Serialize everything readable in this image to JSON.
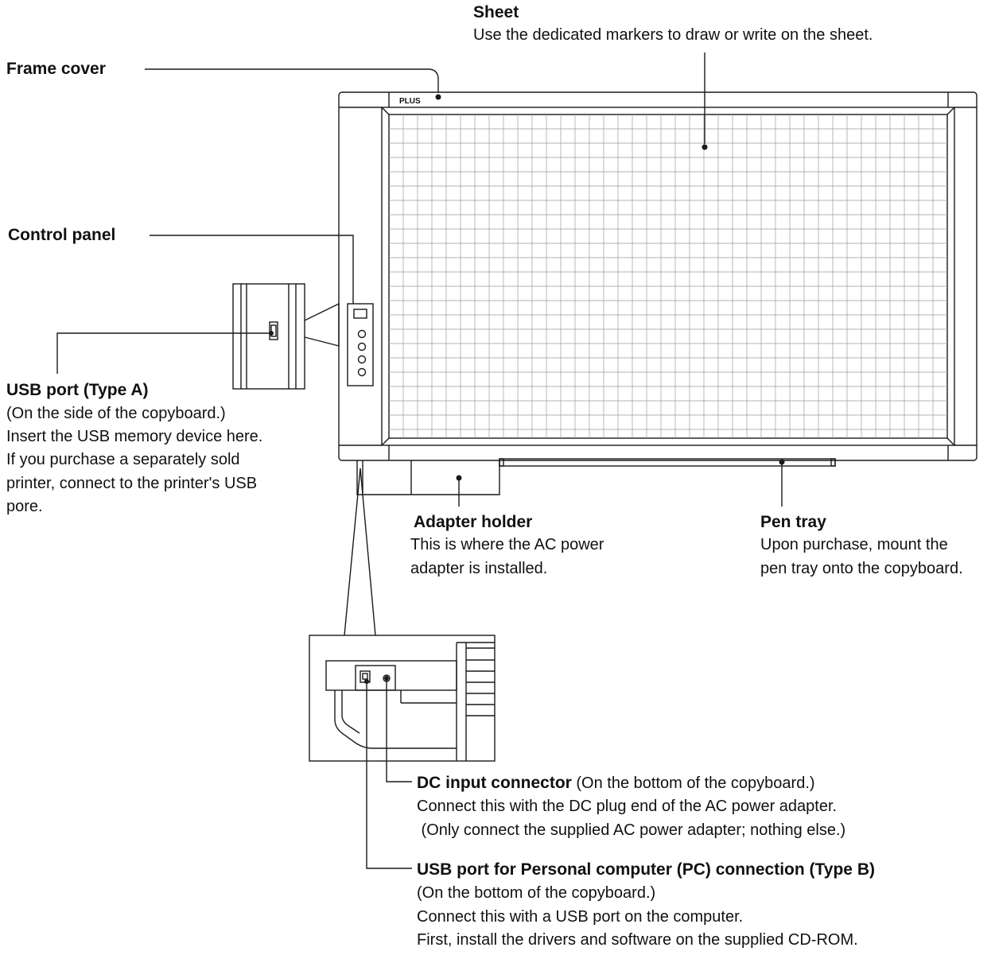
{
  "brand_logo": "PLUS",
  "callouts": {
    "sheet": {
      "title": "Sheet",
      "desc": "Use the dedicated markers to draw or write on the sheet."
    },
    "frame_cover": {
      "title": "Frame cover"
    },
    "control_panel": {
      "title": "Control panel"
    },
    "usb_type_a": {
      "title": "USB port (Type A)",
      "lines": [
        "(On the side of the copyboard.)",
        "Insert the USB memory device here.",
        "If you purchase a separately sold",
        "printer, connect to the printer's USB",
        "pore."
      ]
    },
    "adapter_holder": {
      "title": "Adapter holder",
      "lines": [
        "This is where the AC power",
        "adapter is installed."
      ]
    },
    "pen_tray": {
      "title": "Pen tray",
      "lines": [
        "Upon purchase, mount the",
        "pen tray onto the copyboard."
      ]
    },
    "dc_input": {
      "title": "DC input connector",
      "title_note": " (On the bottom of the copyboard.)",
      "lines": [
        "Connect this with the DC plug end of the AC power adapter.",
        " (Only connect the supplied AC power adapter; nothing else.)"
      ]
    },
    "usb_type_b": {
      "title": "USB port for Personal computer (PC) connection (Type B)",
      "lines": [
        "(On the bottom of the copyboard.)",
        "Connect this with a USB port on the computer.",
        "First, install the drivers and software on the supplied CD-ROM."
      ]
    }
  },
  "colors": {
    "line": "#1a1a1a",
    "grid": "#9a9a9a",
    "background": "#ffffff"
  }
}
